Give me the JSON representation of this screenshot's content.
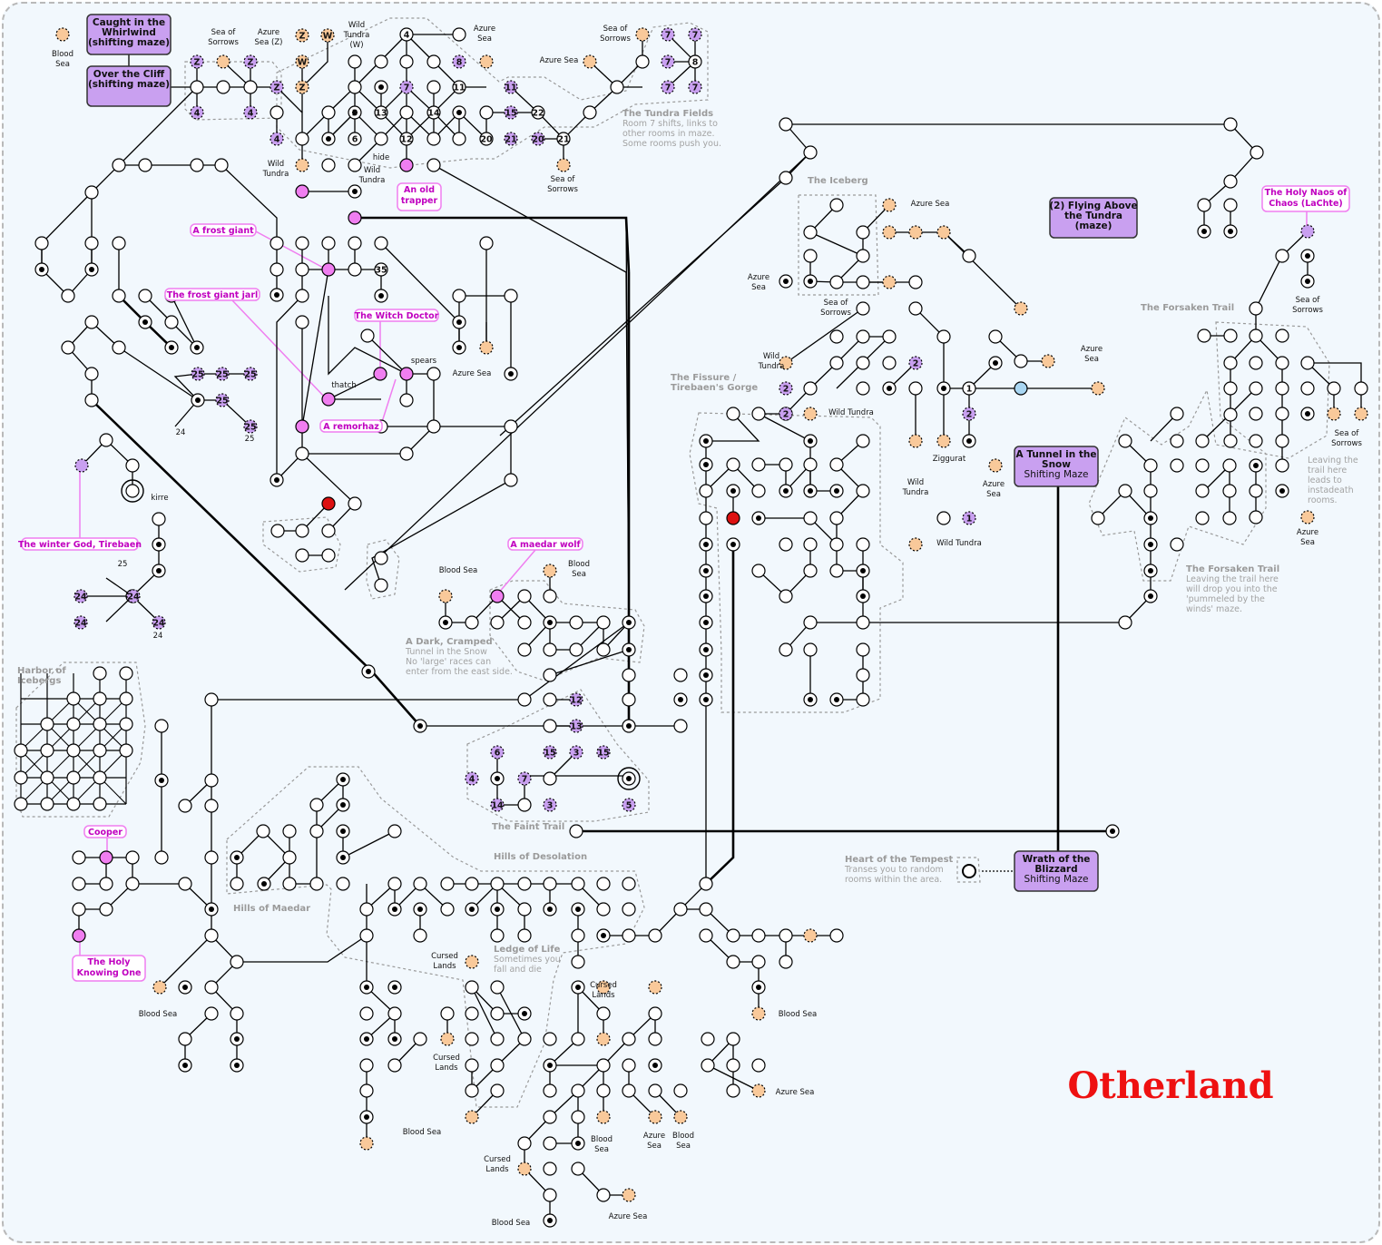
{
  "title": "Otherland",
  "colors": {
    "background": "#f2f8fd",
    "room_fill": "#ffffff",
    "edge": "#000000",
    "area_exit_fill": "#f9c99a",
    "maze_fill": "#c9a0f0",
    "npc_fill": "#f07ef0",
    "npc_text": "#c000c0",
    "zone_label": "#9a9a9a",
    "title": "#ee1111",
    "danger": "#dd1111",
    "special": "#a9d6f2"
  },
  "maze_boxes": [
    {
      "id": "whirlwind",
      "lines": [
        "Caught in the",
        "Whirlwind",
        "(shifting maze)"
      ]
    },
    {
      "id": "cliff",
      "lines": [
        "Over the Cliff",
        "(shifting maze)"
      ]
    },
    {
      "id": "flying",
      "lines": [
        "(2) Flying Above",
        "the Tundra",
        "(maze)"
      ]
    },
    {
      "id": "tunnel",
      "lines": [
        "A Tunnel in the",
        "Snow"
      ],
      "sub": "Shifting Maze"
    },
    {
      "id": "wrath",
      "lines": [
        "Wrath of the",
        "Blizzard"
      ],
      "sub": "Shifting Maze"
    }
  ],
  "npcs": [
    {
      "id": "old-trapper",
      "lines": [
        "An old",
        "trapper"
      ]
    },
    {
      "id": "frost-giant",
      "lines": [
        "A frost giant"
      ]
    },
    {
      "id": "frost-giant-jarl",
      "lines": [
        "The frost giant jarl"
      ]
    },
    {
      "id": "witch-doctor",
      "lines": [
        "The Witch Doctor"
      ]
    },
    {
      "id": "remorhaz",
      "lines": [
        "A remorhaz"
      ]
    },
    {
      "id": "winter-god",
      "lines": [
        "The winter God, Tirebaen"
      ]
    },
    {
      "id": "maedar-wolf",
      "lines": [
        "A maedar wolf"
      ]
    },
    {
      "id": "cooper",
      "lines": [
        "Cooper"
      ]
    },
    {
      "id": "holy-knowing-one",
      "lines": [
        "The Holy",
        "Knowing One"
      ]
    },
    {
      "id": "holy-naos",
      "lines": [
        "The Holy Naos of",
        "Chaos (LaChte)"
      ]
    }
  ],
  "zones": [
    {
      "id": "tundra-fields",
      "name": "The Tundra Fields",
      "desc": [
        "Room 7 shifts, links to",
        "other rooms in maze.",
        "Some rooms push you."
      ]
    },
    {
      "id": "iceberg",
      "name": "The Iceberg",
      "desc": []
    },
    {
      "id": "forsaken-trail-top",
      "name": "The Forsaken Trail",
      "desc": []
    },
    {
      "id": "fissure",
      "name": "The Fissure /",
      "desc": [
        "Tirebaen's Gorge"
      ]
    },
    {
      "id": "forsaken-trail-bottom",
      "name": "The Forsaken Trail",
      "desc": [
        "Leaving the trail here",
        "will drop you into the",
        "'pummeled by the",
        "winds' maze."
      ]
    },
    {
      "id": "forsaken-instadeath",
      "name": "",
      "desc": [
        "Leaving the",
        "trail here",
        "leads to",
        "instadeath",
        "rooms."
      ]
    },
    {
      "id": "dark-tunnel",
      "name": "A Dark, Cramped",
      "desc": [
        "Tunnel in the Snow",
        "No 'large' races can",
        "enter from the east side."
      ]
    },
    {
      "id": "harbor",
      "name": "Harbor of",
      "desc": [
        "Icebergs"
      ]
    },
    {
      "id": "faint-trail",
      "name": "The Faint Trail",
      "desc": []
    },
    {
      "id": "heart-tempest",
      "name": "Heart of the Tempest",
      "desc": [
        "Transes you to random",
        "rooms within the area."
      ]
    },
    {
      "id": "hills-desolation",
      "name": "Hills of Desolation",
      "desc": []
    },
    {
      "id": "hills-maedar",
      "name": "Hills of Maedar",
      "desc": []
    },
    {
      "id": "ledge-of-life",
      "name": "Ledge of Life",
      "desc": [
        "Sometimes you",
        "fall and die"
      ]
    }
  ],
  "place_labels": [
    {
      "t": [
        "Blood",
        "Sea"
      ]
    },
    {
      "t": [
        "Sea of",
        "Sorrows"
      ]
    },
    {
      "t": [
        "Azure",
        "Sea (Z)"
      ]
    },
    {
      "t": [
        "Wild",
        "Tundra",
        "(W)"
      ]
    },
    {
      "t": [
        "Azure",
        "Sea"
      ]
    },
    {
      "t": [
        "Sea of",
        "Sorrows"
      ]
    },
    {
      "t": [
        "Azure Sea"
      ]
    },
    {
      "t": [
        "Wild",
        "Tundra"
      ]
    },
    {
      "t": [
        "Wild",
        "Tundra"
      ]
    },
    {
      "t": [
        "Sea of",
        "Sorrows"
      ]
    },
    {
      "t": [
        "hide"
      ]
    },
    {
      "t": [
        "Azure Sea"
      ]
    },
    {
      "t": [
        "Azure",
        "Sea"
      ]
    },
    {
      "t": [
        "Sea of",
        "Sorrows"
      ]
    },
    {
      "t": [
        "Wild",
        "Tundra"
      ]
    },
    {
      "t": [
        "Wild Tundra"
      ]
    },
    {
      "t": [
        "Azure",
        "Sea"
      ]
    },
    {
      "t": [
        "Ziggurat"
      ]
    },
    {
      "t": [
        "Wild",
        "Tundra"
      ]
    },
    {
      "t": [
        "Azure",
        "Sea"
      ]
    },
    {
      "t": [
        "Wild Tundra"
      ]
    },
    {
      "t": [
        "Sea of",
        "Sorrows"
      ]
    },
    {
      "t": [
        "Sea of",
        "Sorrows"
      ]
    },
    {
      "t": [
        "Azure",
        "Sea"
      ]
    },
    {
      "t": [
        "Azure Sea"
      ]
    },
    {
      "t": [
        "thatch"
      ]
    },
    {
      "t": [
        "spears"
      ]
    },
    {
      "t": [
        "kirre"
      ]
    },
    {
      "t": [
        "Blood Sea"
      ]
    },
    {
      "t": [
        "Blood",
        "Sea"
      ]
    },
    {
      "t": [
        "Blood Sea"
      ]
    },
    {
      "t": [
        "Cursed",
        "Lands"
      ]
    },
    {
      "t": [
        "Cursed",
        "Lands"
      ]
    },
    {
      "t": [
        "Cursed",
        "Lands"
      ]
    },
    {
      "t": [
        "Blood Sea"
      ]
    },
    {
      "t": [
        "Blood Sea"
      ]
    },
    {
      "t": [
        "Azure Sea"
      ]
    },
    {
      "t": [
        "Blood",
        "Sea"
      ]
    },
    {
      "t": [
        "Azure",
        "Sea"
      ]
    },
    {
      "t": [
        "Blood",
        "Sea"
      ]
    },
    {
      "t": [
        "Cursed",
        "Lands"
      ]
    },
    {
      "t": [
        "Blood Sea"
      ]
    },
    {
      "t": [
        "Azure Sea"
      ]
    },
    {
      "t": [
        "24"
      ]
    },
    {
      "t": [
        "25"
      ]
    },
    {
      "t": [
        "25"
      ]
    },
    {
      "t": [
        "24"
      ]
    }
  ],
  "room_numbers": [
    "4",
    "5",
    "3",
    "13",
    "14",
    "12",
    "15",
    "11",
    "6",
    "20",
    "21",
    "22",
    "35",
    "1",
    "8"
  ],
  "maze_links": [
    "Z",
    "W",
    "4",
    "7",
    "8",
    "2",
    "11",
    "15",
    "20",
    "21",
    "22",
    "24",
    "25",
    "6",
    "14",
    "3",
    "12",
    "13",
    "5",
    "1"
  ]
}
